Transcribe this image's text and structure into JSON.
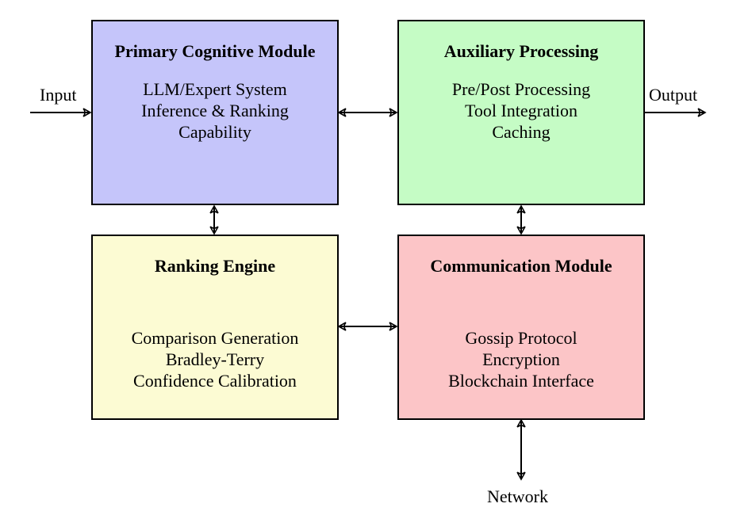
{
  "colors": {
    "primary_fill": "#c5c5fa",
    "auxiliary_fill": "#c5fcc5",
    "ranking_fill": "#fcfbd3",
    "communication_fill": "#fcc5c7",
    "stroke": "#000000"
  },
  "external": {
    "input": "Input",
    "output": "Output",
    "network": "Network"
  },
  "blocks": {
    "primary": {
      "title": "Primary Cognitive Module",
      "lines": [
        "LLM/Expert System",
        "Inference & Ranking",
        "Capability"
      ]
    },
    "auxiliary": {
      "title": "Auxiliary Processing",
      "lines": [
        "Pre/Post Processing",
        "Tool Integration",
        "Caching"
      ]
    },
    "ranking": {
      "title": "Ranking Engine",
      "lines": [
        "Comparison Generation",
        "Bradley-Terry",
        "Confidence Calibration"
      ]
    },
    "communication": {
      "title": "Communication Module",
      "lines": [
        "Gossip Protocol",
        "Encryption",
        "Blockchain Interface"
      ]
    }
  }
}
